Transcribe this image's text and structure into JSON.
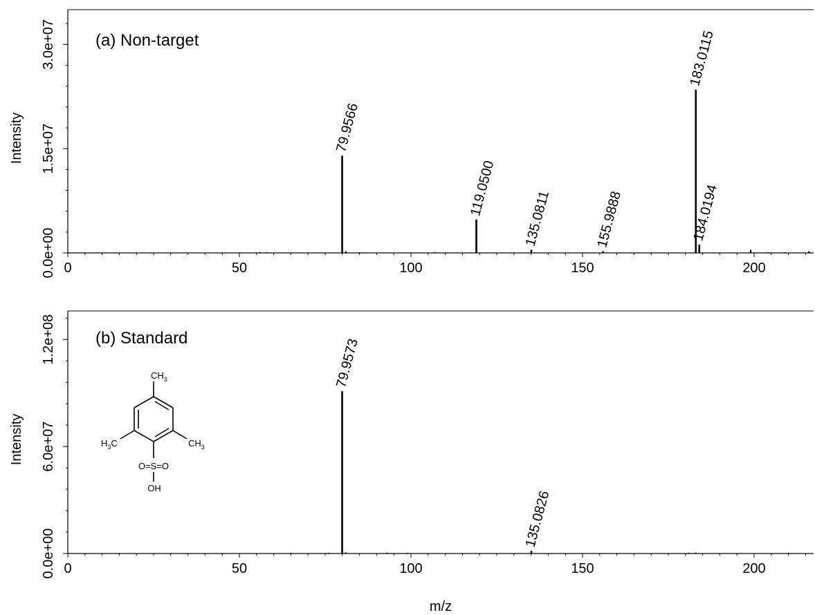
{
  "chart_data": [
    {
      "type": "bar",
      "title": "(a) Non-target",
      "xlabel": "",
      "ylabel": "Intensity",
      "xlim": [
        0,
        217
      ],
      "ylim": [
        0,
        35000000
      ],
      "xticks": [
        "0",
        "50",
        "100",
        "150",
        "200"
      ],
      "yticks": [
        "0.0e+00",
        "1.5e+07",
        "3.0e+07"
      ],
      "peaks": [
        {
          "mz": 79.9566,
          "intensity": 14000000,
          "label": "79.9566"
        },
        {
          "mz": 119.05,
          "intensity": 4800000,
          "label": "119.0500"
        },
        {
          "mz": 135.0811,
          "intensity": 450000,
          "label": "135.0811"
        },
        {
          "mz": 155.9888,
          "intensity": 250000,
          "label": "155.9888"
        },
        {
          "mz": 183.0115,
          "intensity": 23500000,
          "label": "183.0115"
        },
        {
          "mz": 184.0194,
          "intensity": 1200000,
          "label": "184.0194"
        }
      ],
      "minor_peaks": [
        {
          "mz": 56.0,
          "intensity": 120000
        },
        {
          "mz": 58.0,
          "intensity": 100000
        },
        {
          "mz": 81.0,
          "intensity": 250000
        },
        {
          "mz": 85.0,
          "intensity": 100000
        },
        {
          "mz": 107.0,
          "intensity": 120000
        },
        {
          "mz": 199.0,
          "intensity": 450000
        },
        {
          "mz": 204.0,
          "intensity": 100000
        },
        {
          "mz": 209.0,
          "intensity": 100000
        },
        {
          "mz": 216.0,
          "intensity": 250000
        }
      ],
      "grid": false
    },
    {
      "type": "bar",
      "title": "(b) Standard",
      "xlabel": "m/z",
      "ylabel": "Intensity",
      "xlim": [
        0,
        217
      ],
      "ylim": [
        0,
        136000000
      ],
      "xticks": [
        "0",
        "50",
        "100",
        "150",
        "200"
      ],
      "yticks": [
        "0.0e+00",
        "6.0e+07",
        "1.2e+08"
      ],
      "peaks": [
        {
          "mz": 79.9573,
          "intensity": 91000000,
          "label": "79.9573"
        },
        {
          "mz": 135.0826,
          "intensity": 1500000,
          "label": "135.0826"
        }
      ],
      "minor_peaks": [
        {
          "mz": 65.0,
          "intensity": 400000
        },
        {
          "mz": 76.0,
          "intensity": 400000
        },
        {
          "mz": 81.0,
          "intensity": 600000
        },
        {
          "mz": 93.0,
          "intensity": 500000
        },
        {
          "mz": 99.0,
          "intensity": 400000
        },
        {
          "mz": 181.0,
          "intensity": 400000
        },
        {
          "mz": 183.0,
          "intensity": 500000
        },
        {
          "mz": 210.0,
          "intensity": 400000
        }
      ],
      "grid": false
    }
  ],
  "structure": {
    "name": "2,4,6-trimethylbenzenesulfonic acid",
    "labels": {
      "ch3_top_main": "CH",
      "ch3_top_sub": "3",
      "h3c_left_main": "C",
      "h3c_left_pre": "H",
      "h3c_left_sub": "3",
      "ch3_right_main": "CH",
      "ch3_right_sub": "3",
      "sulfonyl": "O=S=O",
      "hydroxyl": "OH"
    }
  },
  "colors": {
    "axis": "#000000",
    "peaks": "#000000",
    "background": "#ffffff"
  }
}
